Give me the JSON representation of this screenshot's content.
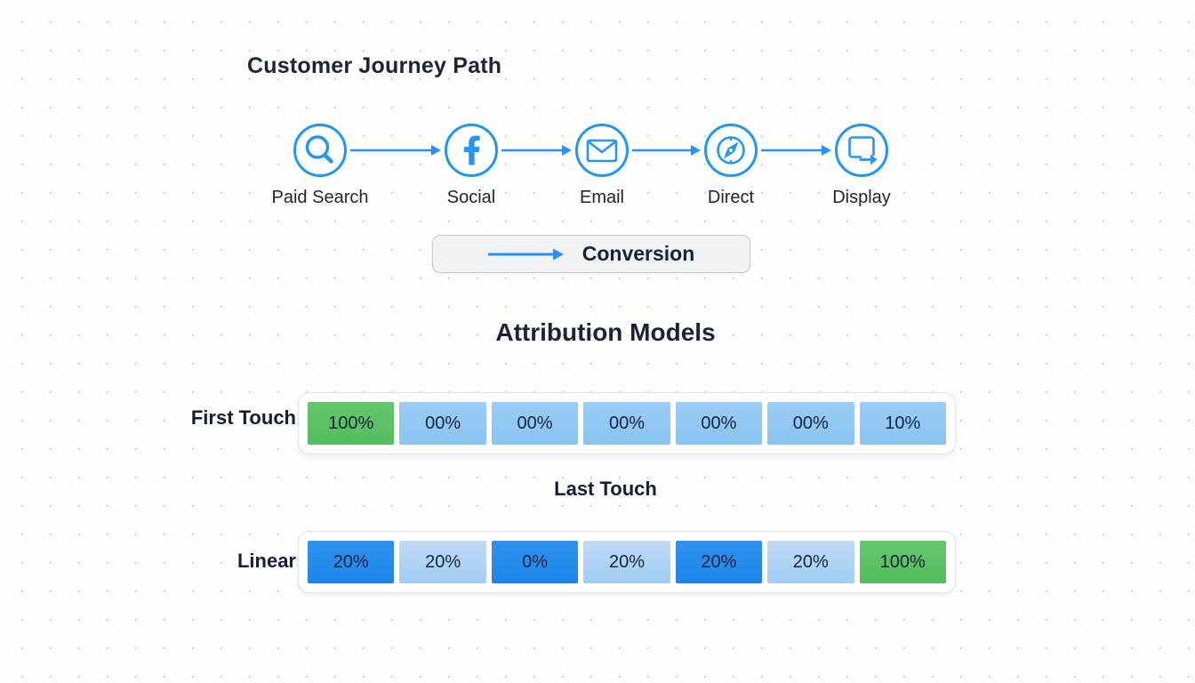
{
  "journey": {
    "title": "Customer Journey Path",
    "steps": [
      {
        "label": "Paid Search",
        "icon": "search-icon"
      },
      {
        "label": "Social",
        "icon": "facebook-icon"
      },
      {
        "label": "Email",
        "icon": "envelope-icon"
      },
      {
        "label": "Direct",
        "icon": "compass-icon"
      },
      {
        "label": "Display",
        "icon": "display-icon"
      }
    ],
    "conversion_label": "Conversion"
  },
  "attribution": {
    "title": "Attribution Models",
    "middle_label": "Last Touch",
    "rows": [
      {
        "label": "First Touch",
        "segments": [
          {
            "value": "100%",
            "color": "green"
          },
          {
            "value": "00%",
            "color": "light"
          },
          {
            "value": "00%",
            "color": "light"
          },
          {
            "value": "00%",
            "color": "light"
          },
          {
            "value": "00%",
            "color": "light"
          },
          {
            "value": "00%",
            "color": "light"
          },
          {
            "value": "10%",
            "color": "light"
          }
        ]
      },
      {
        "label": "Linear",
        "segments": [
          {
            "value": "20%",
            "color": "dark"
          },
          {
            "value": "20%",
            "color": "pale"
          },
          {
            "value": "0%",
            "color": "dark"
          },
          {
            "value": "20%",
            "color": "pale"
          },
          {
            "value": "20%",
            "color": "dark"
          },
          {
            "value": "20%",
            "color": "pale"
          },
          {
            "value": "100%",
            "color": "green"
          }
        ]
      }
    ]
  },
  "colors": {
    "accent_blue": "#2196f3",
    "green": "#5cc163",
    "light_blue": "#8ec7f3",
    "pale_blue": "#aed2f4",
    "dark_blue": "#2189ec",
    "text_navy": "#1b2436"
  }
}
